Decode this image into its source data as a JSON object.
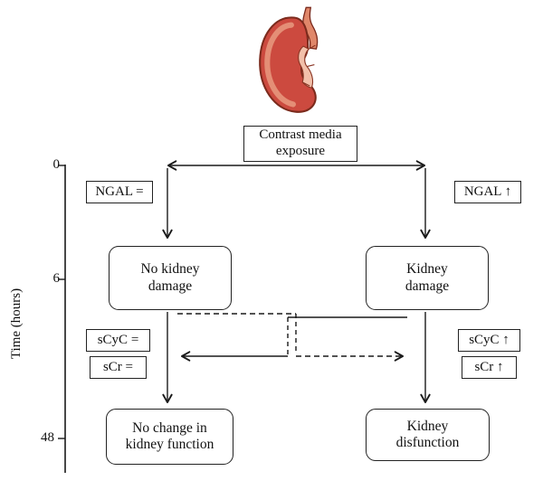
{
  "figure": {
    "axis": {
      "label": "Time (hours)",
      "ticks": [
        "0",
        "6",
        "48"
      ]
    },
    "exposure_box": {
      "line1": "Contrast media",
      "line2": "exposure"
    },
    "left": {
      "ngal": "NGAL =",
      "damage": {
        "line1": "No kidney",
        "line2": "damage"
      },
      "scyc": "sCyC =",
      "scr": "sCr =",
      "outcome": {
        "line1": "No change in",
        "line2": "kidney function"
      }
    },
    "right": {
      "ngal": "NGAL ↑",
      "damage": {
        "line1": "Kidney",
        "line2": "damage"
      },
      "scyc": "sCyC ↑",
      "scr": "sCr ↑",
      "outcome": {
        "line1": "Kidney",
        "line2": "disfunction"
      }
    }
  },
  "colors": {
    "ink": "#1a1a1a",
    "box_background": "#ffffff",
    "kidney_body": "#cc4a3f",
    "kidney_outline": "#7b2a1c",
    "kidney_vessel": "#e0876a",
    "kidney_highlight": "#e79a80",
    "kidney_pelvis": "#f2c0aa"
  }
}
